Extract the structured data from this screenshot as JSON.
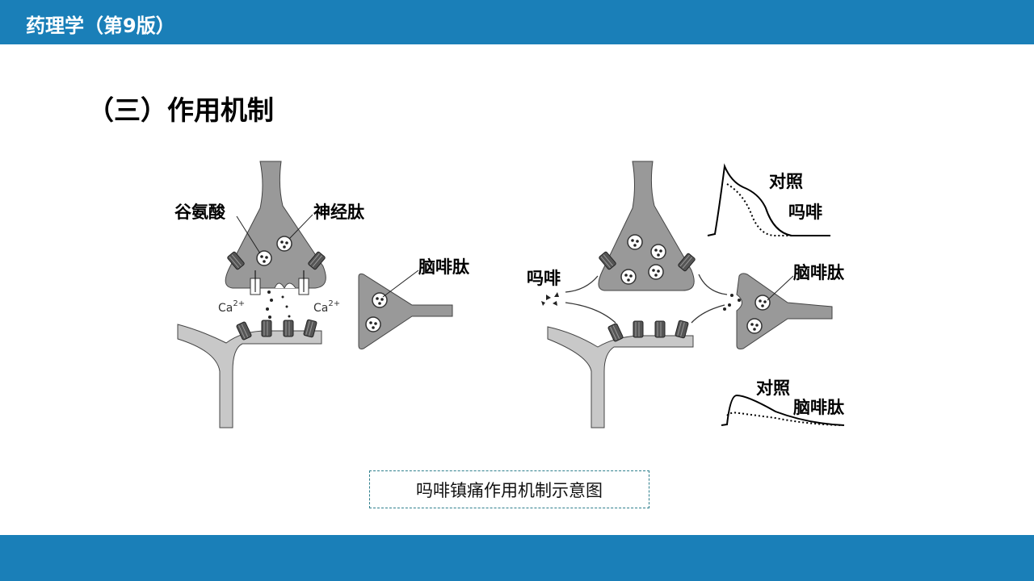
{
  "header": {
    "title": "药理学（第9版）"
  },
  "slide": {
    "heading": "（三）作用机制"
  },
  "figure": {
    "left": {
      "glutamate": "谷氨酸",
      "neuropeptide": "神经肽",
      "enkephalin": "脑啡肽",
      "calcium": "Ca",
      "calcium_charge": "2+"
    },
    "right": {
      "morphine": "吗啡",
      "enkephalin": "脑啡肽",
      "top_graph_control": "对照",
      "top_graph_morphine": "吗啡",
      "bottom_graph_control": "对照",
      "bottom_graph_enkephalin": "脑啡肽"
    },
    "caption": "吗啡镇痛作用机制示意图"
  },
  "colors": {
    "brand": "#1a7fb8",
    "neuron": "#999999",
    "post": "#c8c8c8"
  }
}
